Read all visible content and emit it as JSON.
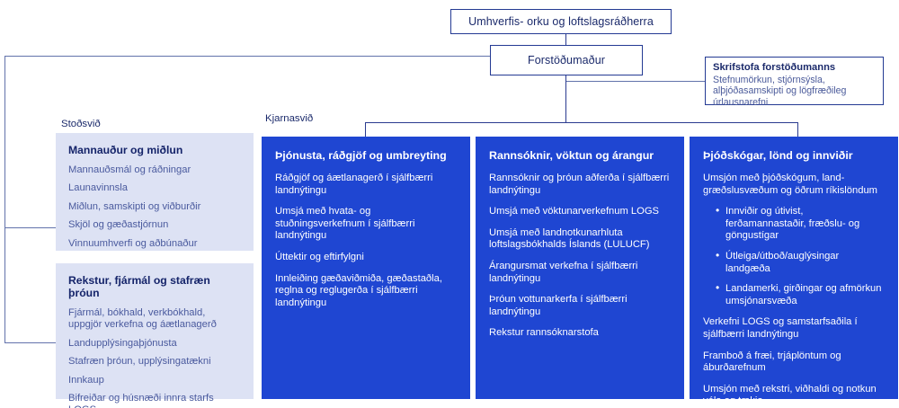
{
  "top": {
    "minister": "Umhverfis- orku og loftslagsráðherra",
    "director": "Forstöðumaður",
    "secretariat": {
      "title": "Skrifstofa forstöðumanns",
      "description": "Stefnumörkun, stjórnsýsla, alþjóðasamskipti og lögfræðileg úrlausnarefni"
    }
  },
  "captions": {
    "support": "Stoðsvið",
    "core": "Kjarnasvið"
  },
  "support_units": [
    {
      "title": "Mannauður og miðlun",
      "items": [
        "Mannauðsmál og ráðningar",
        "Launavinnsla",
        "Miðlun, samskipti og viðburðir",
        "Skjöl og gæðastjórnun",
        "Vinnuumhverfi og aðbúnaður"
      ]
    },
    {
      "title": "Rekstur, fjármál og stafræn þróun",
      "items": [
        "Fjármál, bókhald, verkbókhald, uppgjör verkefna og áætlanagerð",
        "Landupplýsingaþjónusta",
        "Stafræn þróun, upplýsingatækni",
        "Innkaup",
        "Bifreiðar og húsnæði innra starfs LOGS"
      ]
    }
  ],
  "core_units": [
    {
      "title": "Þjónusta, ráðgjöf og umbreyting",
      "items": [
        "Ráðgjöf og áætlanagerð í sjálfbærri landnýtingu",
        "Umsjá með hvata- og stuðningsverkefnum í sjálfbærri landnýtingu",
        "Úttektir og eftirfylgni",
        "Innleiðing gæðaviðmiða, gæðastaðla, reglna og reglugerða í sjálfbærri landnýtingu"
      ],
      "bullets": []
    },
    {
      "title": "Rannsóknir, vöktun og árangur",
      "items": [
        "Rannsóknir og þróun aðferða í sjálfbærri landnýtingu",
        "Umsjá með vöktunarverkefnum LOGS",
        "Umsjá með landnotkunarhluta loftslagsbókhalds Íslands (LULUCF)",
        "Árangursmat verkefna í sjálfbærri landnýtingu",
        "Þróun vottunarkerfa í sjálfbærri landnýtingu",
        "Rekstur rannsóknarstofa"
      ],
      "bullets": []
    },
    {
      "title": "Þjóðskógar, lönd og innviðir",
      "items": [
        "Umsjón með þjóðskógum, land-græðslusvæðum og öðrum ríkislöndum"
      ],
      "bullets": [
        "Innviðir og útivist, ferðamannastaðir, fræðslu- og göngustígar",
        "Útleiga/útboð/auglýsingar landgæða",
        "Landamerki, girðingar og afmörkun umsjónarsvæða"
      ],
      "items_after": [
        "Verkefni LOGS og samstarfsaðila í sjálfbærri landnýtingu",
        "Framboð á fræi, trjáplöntum og áburðarefnum",
        "Umsjón með rekstri, viðhaldi og notkun véla og tækja"
      ]
    }
  ],
  "colors": {
    "core_blue": "#1f46d2",
    "support_light": "#dde2f4",
    "line": "#243a93",
    "text_dark": "#1b2a6b"
  }
}
